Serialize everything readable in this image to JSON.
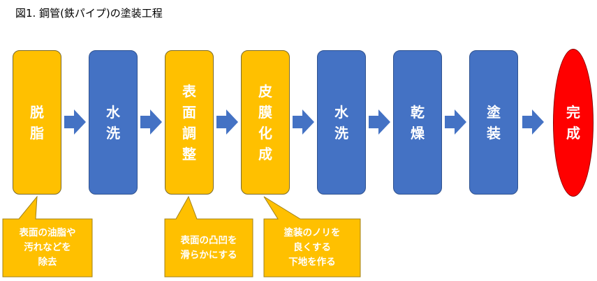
{
  "title": "図1. 鋼管(鉄パイプ)の塗装工程",
  "colors": {
    "yellow": "#FFC000",
    "blue": "#4472C4",
    "red": "#FF0000",
    "arrow": "#4472C4"
  },
  "steps": [
    {
      "label": "脱脂",
      "color": "yellow"
    },
    {
      "label": "水洗",
      "color": "blue"
    },
    {
      "label": "表面調整",
      "color": "yellow"
    },
    {
      "label": "皮膜化成",
      "color": "yellow"
    },
    {
      "label": "水洗",
      "color": "blue"
    },
    {
      "label": "乾燥",
      "color": "blue"
    },
    {
      "label": "塗装",
      "color": "blue"
    },
    {
      "label": "完成",
      "color": "red"
    }
  ],
  "callouts": [
    {
      "text": "表面の油脂や\n汚れなどを\n除去"
    },
    {
      "text": "表面の凸凹を\n滑らかにする"
    },
    {
      "text": "塗装のノリを\n良くする\n下地を作る"
    }
  ]
}
